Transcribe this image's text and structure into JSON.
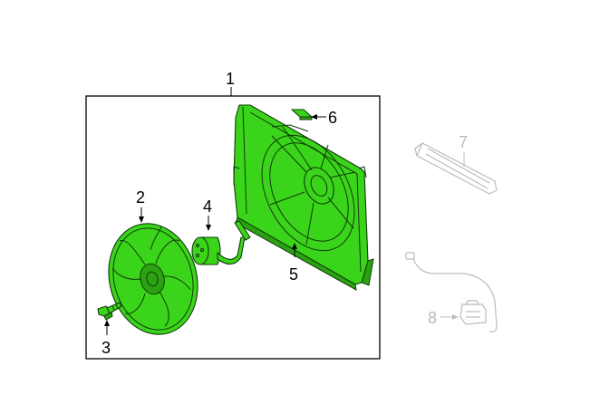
{
  "diagram": {
    "callouts": [
      {
        "id": "1",
        "label": "1"
      },
      {
        "id": "2",
        "label": "2"
      },
      {
        "id": "3",
        "label": "3"
      },
      {
        "id": "4",
        "label": "4"
      },
      {
        "id": "5",
        "label": "5"
      },
      {
        "id": "6",
        "label": "6"
      },
      {
        "id": "7",
        "label": "7"
      },
      {
        "id": "8",
        "label": "8"
      }
    ],
    "colors": {
      "highlight_part": "#3ad51a",
      "part_outline": "#123a0a",
      "reference_part": "#bcbcbc",
      "frame": "#000000"
    }
  }
}
